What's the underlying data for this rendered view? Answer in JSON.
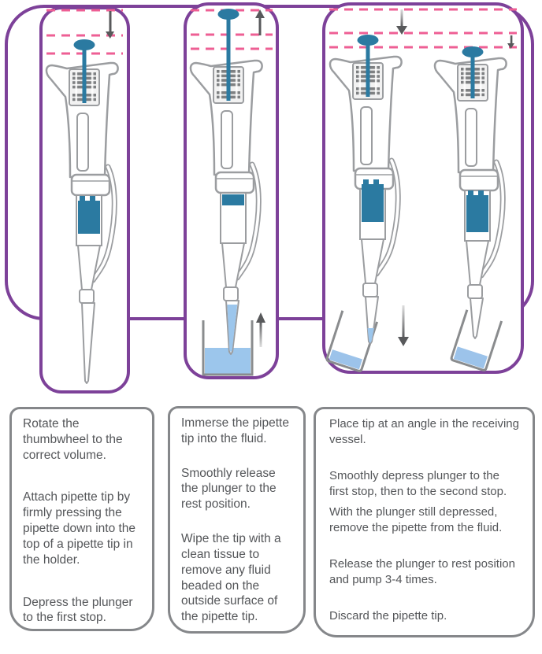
{
  "diagram": {
    "kind": "pipetting-technique-illustration",
    "colors": {
      "panel_border_purple": "#7d4199",
      "box_border_gray": "#85878a",
      "text_gray": "#545659",
      "pipette_teal": "#2b7aa1",
      "guide_line_pink": "#ee5f94",
      "fluid_blue": "#9cc6ec",
      "arrow_gray": "#58595b",
      "outline_gray": "#9b9da0"
    },
    "panels": [
      {
        "name": "step-1-panel",
        "icons": [
          "down-arrow-icon",
          "level-dashed-lines",
          "pipette-illustration"
        ]
      },
      {
        "name": "step-2-panel",
        "icons": [
          "up-arrow-icon",
          "level-dashed-lines",
          "pipette-illustration",
          "beaker-with-fluid"
        ]
      },
      {
        "name": "step-3-panel",
        "icons": [
          "down-arrow-icon",
          "small-down-arrow-icon",
          "level-dashed-lines",
          "pipette-illustration",
          "pipette-illustration",
          "receiving-vessel",
          "receiving-vessel",
          "dispense-down-arrow-icon"
        ]
      }
    ]
  },
  "steps": [
    {
      "paragraphs": [
        "Rotate the thumbwheel to the correct volume.",
        "Attach pipette tip by firmly pressing the pipette down into the top of a pipette tip in the holder.",
        "Depress the plunger to the first stop."
      ]
    },
    {
      "paragraphs": [
        "Immerse the pipette tip into the fluid.",
        "Smoothly release the plunger to the rest position.",
        "Wipe the tip with a clean tissue to remove any fluid beaded on the outside surface of the pipette tip."
      ]
    },
    {
      "paragraphs": [
        "Place tip at an angle in the receiving vessel.",
        "Smoothly depress plunger to the first stop, then to the second stop.",
        "With the plunger still depressed, remove the pipette from the fluid.",
        "Release the plunger to rest position and pump 3-4 times.",
        "Discard the pipette tip."
      ]
    }
  ]
}
